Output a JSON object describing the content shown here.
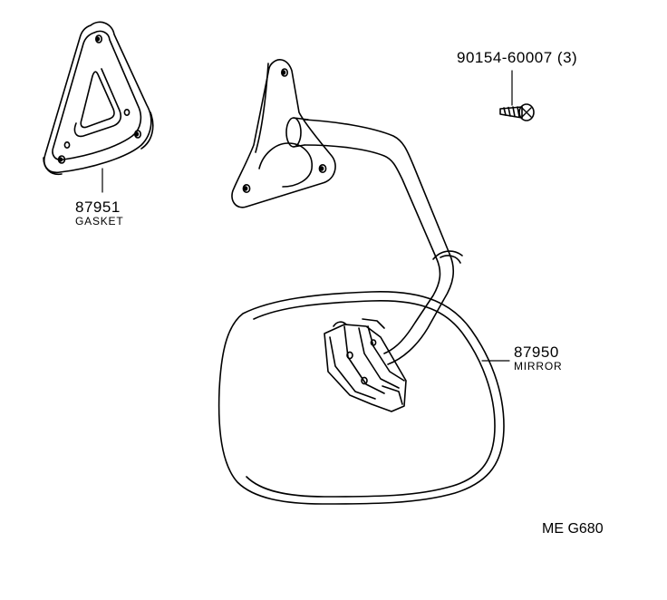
{
  "callouts": {
    "gasket": {
      "part_number": "87951",
      "name": "GASKET"
    },
    "screw": {
      "part_number": "90154-60007 (3)"
    },
    "mirror": {
      "part_number": "87950",
      "name": "MIRROR"
    }
  },
  "drawing_code": "ME G680",
  "line_color": "#000000",
  "background": "#ffffff"
}
